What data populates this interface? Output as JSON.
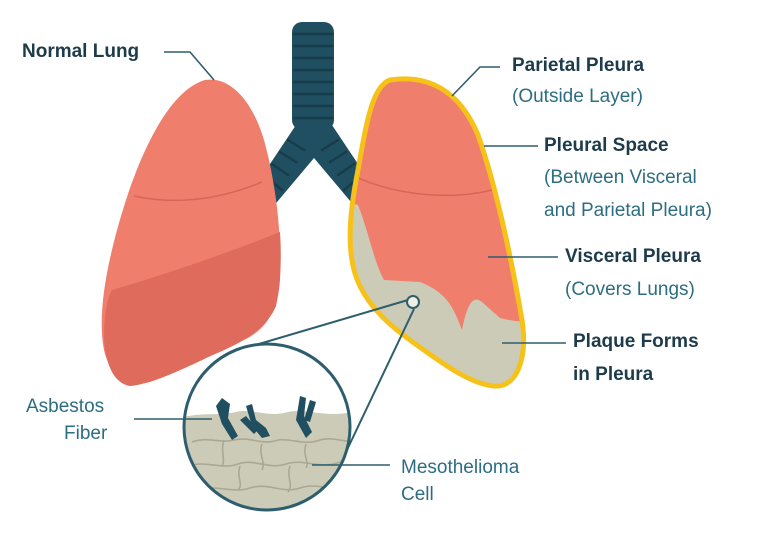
{
  "labels": {
    "normal_lung": "Normal Lung",
    "parietal_pleura": "Parietal Pleura",
    "parietal_pleura_note": "(Outside Layer)",
    "pleural_space": "Pleural Space",
    "pleural_space_note_1": "(Between Visceral",
    "pleural_space_note_2": "and Parietal Pleura)",
    "visceral_pleura": "Visceral Pleura",
    "visceral_pleura_note": "(Covers Lungs)",
    "plaque_1": "Plaque Forms",
    "plaque_2": "in Pleura",
    "asbestos_1": "Asbestos",
    "asbestos_2": "Fiber",
    "meso_1": "Mesothelioma",
    "meso_2": "Cell"
  },
  "colors": {
    "lung_light": "#ef7f6c",
    "lung_dark": "#df6b5d",
    "trachea": "#1f4f60",
    "pleura_yellow": "#f6c21a",
    "plaque": "#cccbb7",
    "navy_text": "#1d3b4a",
    "teal_text": "#2d6d82"
  }
}
